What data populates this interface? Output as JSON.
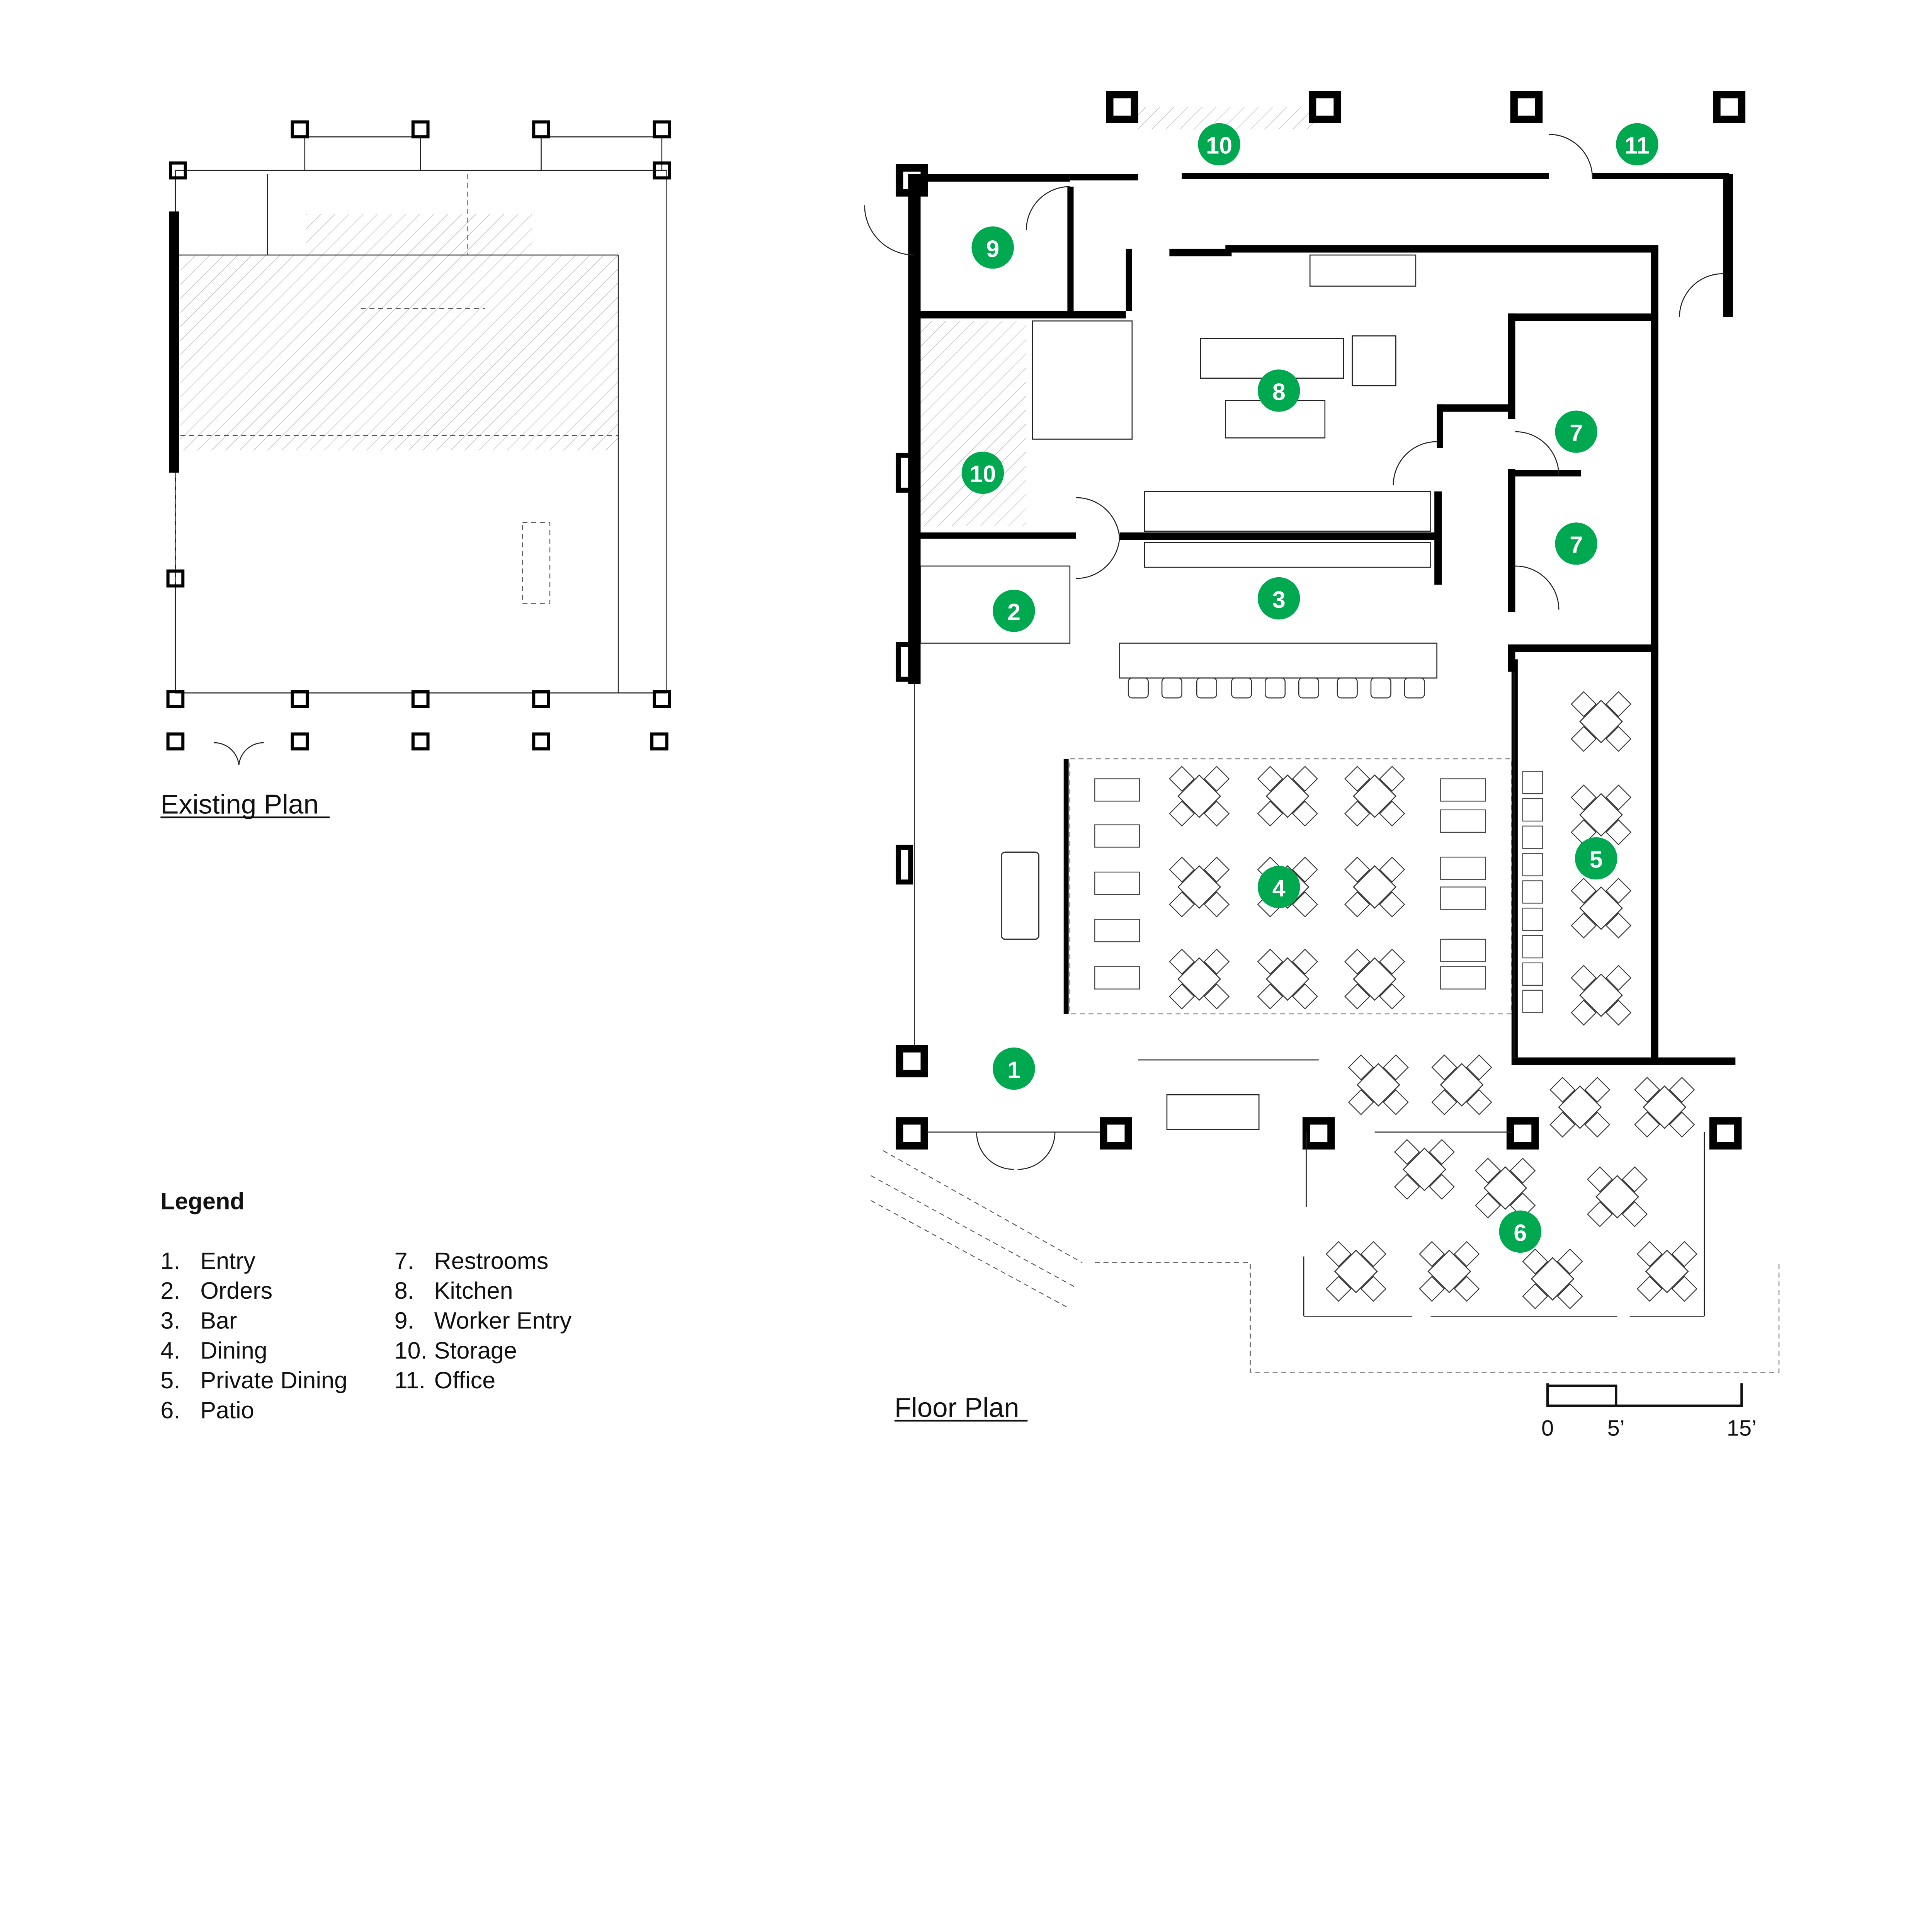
{
  "titles": {
    "existing_plan": "Existing Plan",
    "floor_plan": "Floor Plan"
  },
  "legend": {
    "heading": "Legend",
    "items": [
      {
        "num": "1.",
        "label": "Entry"
      },
      {
        "num": "2.",
        "label": "Orders"
      },
      {
        "num": "3.",
        "label": "Bar"
      },
      {
        "num": "4.",
        "label": "Dining"
      },
      {
        "num": "5.",
        "label": "Private Dining"
      },
      {
        "num": "6.",
        "label": "Patio"
      },
      {
        "num": "7.",
        "label": "Restrooms"
      },
      {
        "num": "8.",
        "label": "Kitchen"
      },
      {
        "num": "9.",
        "label": "Worker Entry"
      },
      {
        "num": "10.",
        "label": "Storage"
      },
      {
        "num": "11.",
        "label": "Office"
      }
    ]
  },
  "markers": [
    "1",
    "2",
    "3",
    "4",
    "5",
    "6",
    "7",
    "7",
    "8",
    "9",
    "10",
    "10",
    "11"
  ],
  "scale_bar": {
    "labels": [
      "0",
      "5’",
      "15’"
    ]
  },
  "colors": {
    "marker": "#00a84f",
    "wall": "#000000",
    "hatch": "#bbbbbb"
  }
}
